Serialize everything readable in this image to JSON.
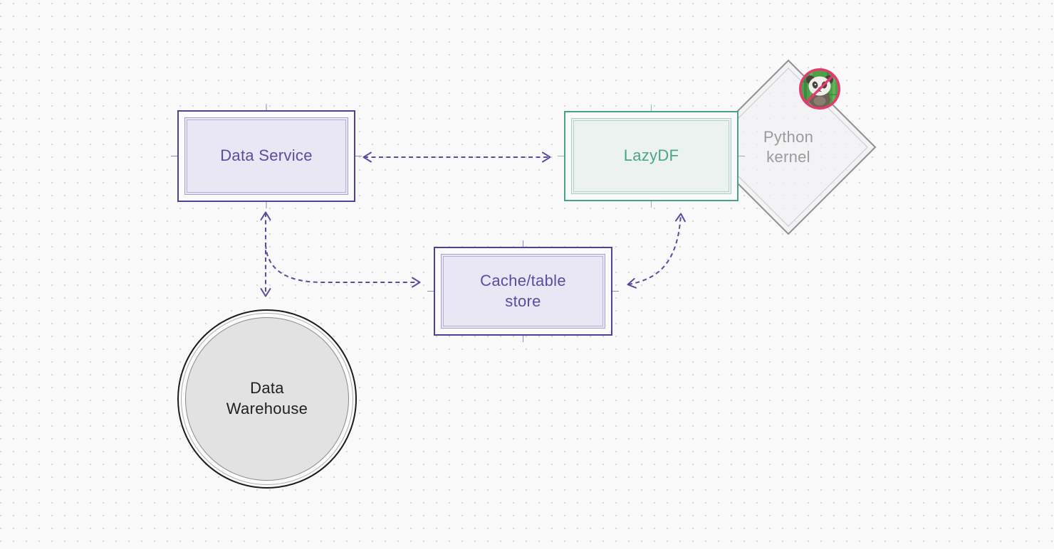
{
  "canvas": {
    "background_color": "#faf9fa",
    "dot_color": "#d9d7d9",
    "edge_color": "#5b4b9e"
  },
  "nodes": {
    "data_service": {
      "label": "Data Service",
      "shape": "rectangle",
      "stroke": "#4f4196",
      "fill": "#e9e7f3",
      "text_color": "#5c4b9f"
    },
    "lazydf": {
      "label": "LazyDF",
      "shape": "rectangle",
      "stroke": "#47a287",
      "fill": "#ebf2ef",
      "text_color": "#4aa487"
    },
    "python_kernel": {
      "label": "Python kernel",
      "shape": "diamond",
      "stroke": "#8f8f90",
      "fill": "#f2f1f2",
      "text_color": "#9b9b9c"
    },
    "cache_store": {
      "label": "Cache/table store",
      "shape": "rectangle",
      "stroke": "#4f4196",
      "fill": "#e9e7f3",
      "text_color": "#5c4b9f"
    },
    "data_warehouse": {
      "label": "Data Warehouse",
      "shape": "circle",
      "stroke": "#1b1b1d",
      "fill": "#e3e2e3",
      "text_color": "#202022"
    }
  },
  "badges": {
    "no_pandas": {
      "icon": "panda-prohibited-icon",
      "ring_color": "#e43a6d",
      "bamboo_color": "#4f9e4a"
    }
  },
  "edges": [
    {
      "from": "data_service",
      "to": "lazydf",
      "line": "dashed",
      "arrows": "both"
    },
    {
      "from": "data_service",
      "to": "data_warehouse",
      "line": "dashed",
      "arrows": "both"
    },
    {
      "from": "data_service",
      "to": "cache_store",
      "line": "dashed",
      "arrows": "end"
    },
    {
      "from": "cache_store",
      "to": "lazydf",
      "line": "dashed",
      "arrows": "both"
    }
  ]
}
